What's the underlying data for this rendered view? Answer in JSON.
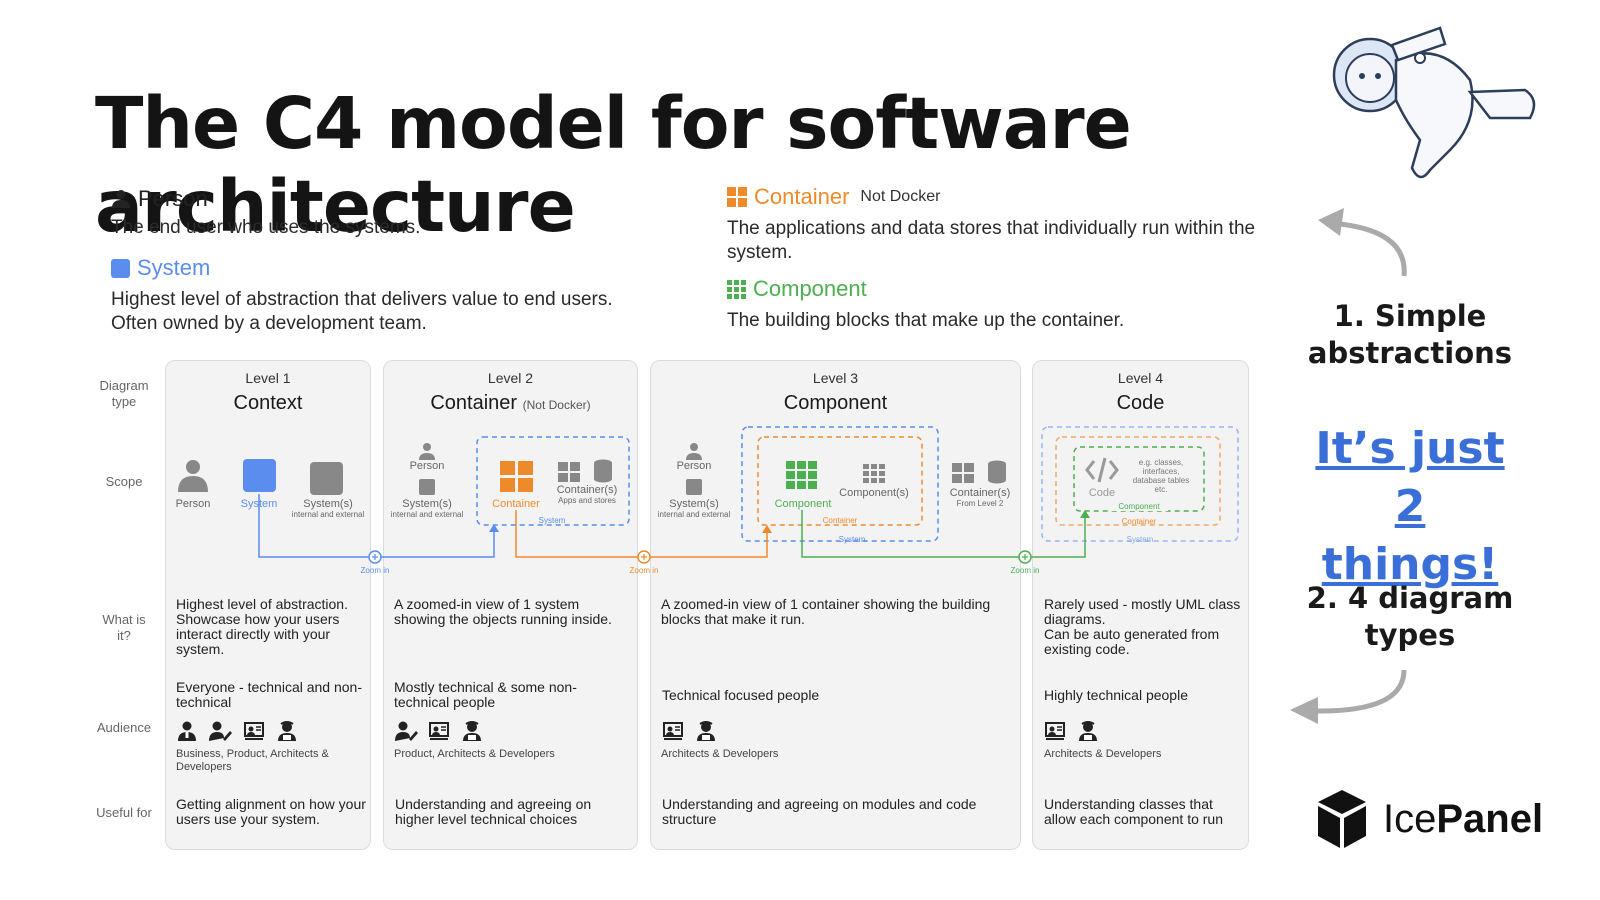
{
  "title": "The C4 model for software architecture",
  "definitions": {
    "person": {
      "name": "Person",
      "desc": "The end user who uses the systems."
    },
    "system": {
      "name": "System",
      "desc_1": "Highest level of abstraction that delivers value to end users.",
      "desc_2": "Often owned by a development team."
    },
    "container": {
      "name": "Container",
      "note": "Not Docker",
      "desc_1": "The applications and data stores that individually run within the",
      "desc_2": "system."
    },
    "component": {
      "name": "Component",
      "desc": "The building blocks that make up the container."
    }
  },
  "row_labels": {
    "diagram_type_1": "Diagram",
    "diagram_type_2": "type",
    "scope": "Scope",
    "what_1": "What is",
    "what_2": "it?",
    "audience": "Audience",
    "useful": "Useful for"
  },
  "levels": [
    {
      "level": "Level 1",
      "name": "Context",
      "what": [
        "Highest level of abstraction.",
        "Showcase how your users",
        "interact directly with your",
        "system."
      ],
      "audience": [
        "Everyone - technical and non-",
        "technical"
      ],
      "audience_roles": "Business, Product, Architects &",
      "audience_roles_2": "Developers",
      "useful": [
        "Getting alignment on how your",
        "users use your system."
      ]
    },
    {
      "level": "Level 2",
      "name": "Container",
      "note": "(Not Docker)",
      "what": [
        "A zoomed-in view of 1 system",
        "showing the objects running inside."
      ],
      "audience": [
        "Mostly technical & some non-",
        "technical people"
      ],
      "audience_roles": "Product, Architects & Developers",
      "useful": [
        "Understanding and agreeing on",
        "higher level technical choices"
      ]
    },
    {
      "level": "Level 3",
      "name": "Component",
      "what": [
        "A zoomed-in view of 1 container showing the building",
        "blocks that make it run."
      ],
      "audience": [
        "Technical focused people"
      ],
      "audience_roles": "Architects & Developers",
      "useful": [
        "Understanding and agreeing on modules and code",
        "structure"
      ]
    },
    {
      "level": "Level 4",
      "name": "Code",
      "what": [
        "Rarely used - mostly UML class",
        "diagrams.",
        "Can be auto generated from",
        "existing code."
      ],
      "audience": [
        "Highly technical people"
      ],
      "audience_roles": "Architects & Developers",
      "useful": [
        "Understanding classes that",
        "allow each component to run"
      ]
    }
  ],
  "scope": {
    "person": "Person",
    "system": "System",
    "systems": "System(s)",
    "internal_external": "internal and external",
    "container": "Container",
    "containers": "Container(s)",
    "apps_stores": "Apps and stores",
    "system_boundary": "System",
    "component": "Component",
    "components": "Component(s)",
    "container_boundary": "Container",
    "from_level2": "From Level 2",
    "code": "Code",
    "code_eg_1": "e.g. classes,",
    "code_eg_2": "interfaces,",
    "code_eg_3": "database tables",
    "code_eg_4": "etc.",
    "component_boundary": "Component",
    "zoom_in": "Zoom in"
  },
  "right": {
    "simple_1": "1. Simple",
    "simple_2": "abstractions",
    "just_1": "It’s just",
    "just_2": "2 things!",
    "types_1": "2. 4 diagram",
    "types_2": "types"
  },
  "logo": {
    "a": "Ice",
    "b": "Panel"
  },
  "colors": {
    "system_blue": "#5b8def",
    "container_orange": "#ef8a2b",
    "component_green": "#4caf50",
    "link_blue": "#3b6fd8"
  }
}
